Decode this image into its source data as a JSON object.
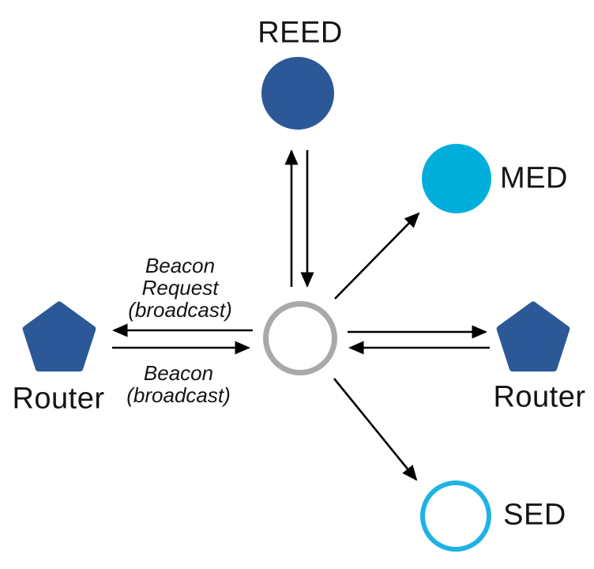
{
  "diagram": {
    "type": "network-topology",
    "description": "Thread mesh network joining diagram: a joiner node exchanges beacons with routers and links to REED, MED and SED devices",
    "nodes": {
      "reed": {
        "label": "REED",
        "shape": "circle",
        "style": "filled"
      },
      "med": {
        "label": "MED",
        "shape": "circle",
        "style": "filled"
      },
      "sed": {
        "label": "SED",
        "shape": "circle",
        "style": "outlined"
      },
      "router_left": {
        "label": "Router",
        "shape": "pentagon",
        "style": "filled"
      },
      "router_right": {
        "label": "Router",
        "shape": "pentagon",
        "style": "filled"
      },
      "joiner": {
        "label": "",
        "shape": "circle",
        "style": "outlined"
      }
    },
    "messages": {
      "beacon_request": "Beacon\nRequest\n(broadcast)",
      "beacon": "Beacon\n(broadcast)"
    },
    "colors": {
      "node_blue": "#2D5897",
      "med_cyan": "#00AEDC",
      "sed_cyan": "#1FB3E4",
      "joiner_gray": "#A9A9A9",
      "arrow_black": "#000000",
      "white": "#FFFFFF"
    }
  }
}
